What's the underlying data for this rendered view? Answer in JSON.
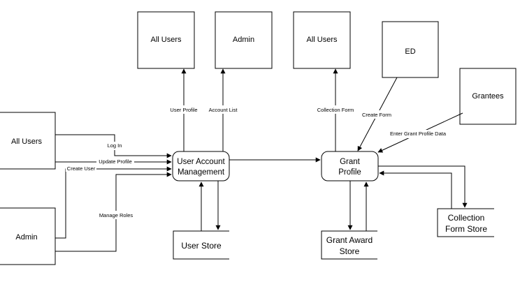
{
  "entities": {
    "all_users_1": "All Users",
    "admin_top": "Admin",
    "all_users_2": "All Users",
    "ed": "ED",
    "grantees": "Grantees",
    "all_users_left": "All Users",
    "admin_left": "Admin"
  },
  "processes": {
    "user_account_management": [
      "User Account",
      "Management"
    ],
    "grant_profile": [
      "Grant",
      "Profile"
    ]
  },
  "stores": {
    "user_store": "User Store",
    "grant_award_store": [
      "Grant Award",
      "Store"
    ],
    "collection_form_store": [
      "Collection",
      "Form Store"
    ]
  },
  "flows": {
    "user_profile": "User Profile",
    "account_list": "Account List",
    "collection_form": "Collection Form",
    "create_form": "Create Form",
    "enter_grant_profile_data": "Enter Grant Profile Data",
    "log_in": "Log In",
    "update_profile": "Update Profile",
    "create_user": "Create User",
    "manage_roles": "Manage Roles"
  }
}
